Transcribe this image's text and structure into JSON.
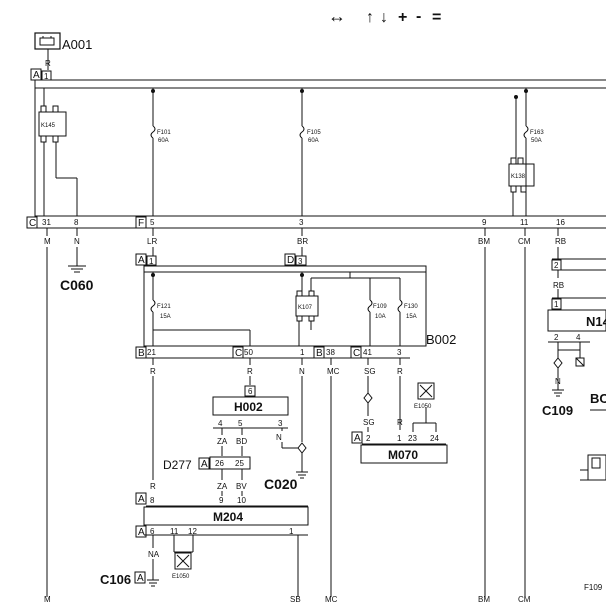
{
  "toolbar": {
    "left_right_symbol": "↔",
    "up_symbol": "↑",
    "down_symbol": "↓",
    "zoom_in_symbol": "+",
    "zoom_out_symbol": "-",
    "fit_symbol": "="
  },
  "battery": {
    "label": "A001",
    "pin_letter": "A",
    "pin_number": "1",
    "wire": "R"
  },
  "main_box": {
    "connector_c": "C",
    "connector_f": "F",
    "relay_k145": "K145",
    "relay_k138": "K138",
    "fuses": [
      {
        "name": "F101",
        "rating": "60A"
      },
      {
        "name": "F105",
        "rating": "60A"
      },
      {
        "name": "F163",
        "rating": "50A"
      }
    ],
    "pin_numbers": [
      "31",
      "8",
      "5",
      "3",
      "9",
      "11",
      "16"
    ],
    "wire_codes": [
      "M",
      "N",
      "LR",
      "BR",
      "BM",
      "CM",
      "RB"
    ]
  },
  "grounds": {
    "c060": "C060",
    "c020": "C020",
    "c109": "C109",
    "c106": "C106"
  },
  "b002": {
    "label": "B002",
    "relay_k107": "K107",
    "fuses": [
      {
        "name": "F121",
        "rating": "15A"
      },
      {
        "name": "F109",
        "rating": "10A"
      },
      {
        "name": "F130",
        "rating": "15A"
      }
    ],
    "top_connectors": [
      {
        "letter": "A",
        "pin": "1"
      },
      {
        "letter": "D",
        "pin": "3"
      }
    ],
    "bottom_connectors": [
      {
        "letter": "B",
        "pin": "21"
      },
      {
        "letter": "C",
        "pin": "50"
      },
      {
        "letter": "",
        "pin": "1"
      },
      {
        "letter": "B",
        "pin": "38"
      },
      {
        "letter": "C",
        "pin": "41"
      },
      {
        "letter": "",
        "pin": "3"
      }
    ],
    "wires": [
      "R",
      "R",
      "N",
      "MC",
      "SG",
      "R"
    ]
  },
  "h002": {
    "label": "H002",
    "pin_top": "6",
    "pins_bottom": [
      "4",
      "5",
      "3"
    ],
    "wires": [
      "ZA",
      "BD",
      "N"
    ]
  },
  "d277": {
    "label": "D277",
    "letter": "A",
    "pins_top": [
      "26",
      "25"
    ],
    "wires_bottom": [
      "ZA",
      "BV"
    ],
    "pins_bottom": [
      "9",
      "10"
    ]
  },
  "m204": {
    "label": "M204",
    "letter": "A",
    "pin_top_left": "8",
    "wire_top_left": "R",
    "pins_bottom": [
      "6",
      "11",
      "12",
      "1"
    ],
    "wire_na": "NA",
    "e1050": "E1050"
  },
  "m070": {
    "label": "M070",
    "letter": "A",
    "pins": [
      "2",
      "1",
      "23",
      "24"
    ],
    "e1050": "E1050"
  },
  "right_side": {
    "n14": "N14",
    "pins_n14": [
      "2",
      "4"
    ],
    "pin_2": "2",
    "pin_1": "1",
    "wire_rb": "RB",
    "wire_n": "N",
    "bc": "BC"
  },
  "bottom_wires": [
    "M",
    "SB",
    "MC",
    "BM",
    "CM"
  ],
  "page_ref": "F109"
}
